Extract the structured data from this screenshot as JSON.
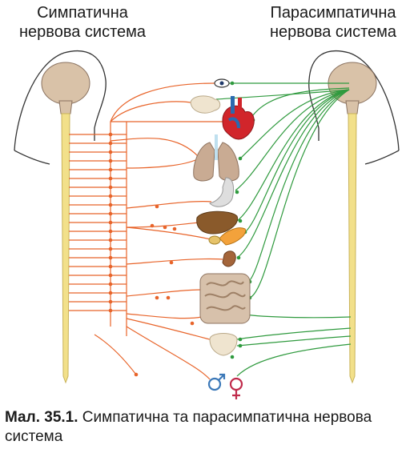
{
  "labels": {
    "sympathetic_line1": "Симпатична",
    "sympathetic_line2": "нервова система",
    "parasympathetic_line1": "Парасимпатична",
    "parasympathetic_line2": "нервова система"
  },
  "caption": {
    "number": "Мал. 35.1.",
    "text": "Симпатична та парасимпатична нервова система"
  },
  "colors": {
    "sympathetic": "#e8642a",
    "parasympathetic": "#2f9a3e",
    "spine": "#f2e08a",
    "brain": "#d9c2a8"
  },
  "icons": {
    "male": "male-symbol-icon",
    "female": "female-symbol-icon"
  }
}
